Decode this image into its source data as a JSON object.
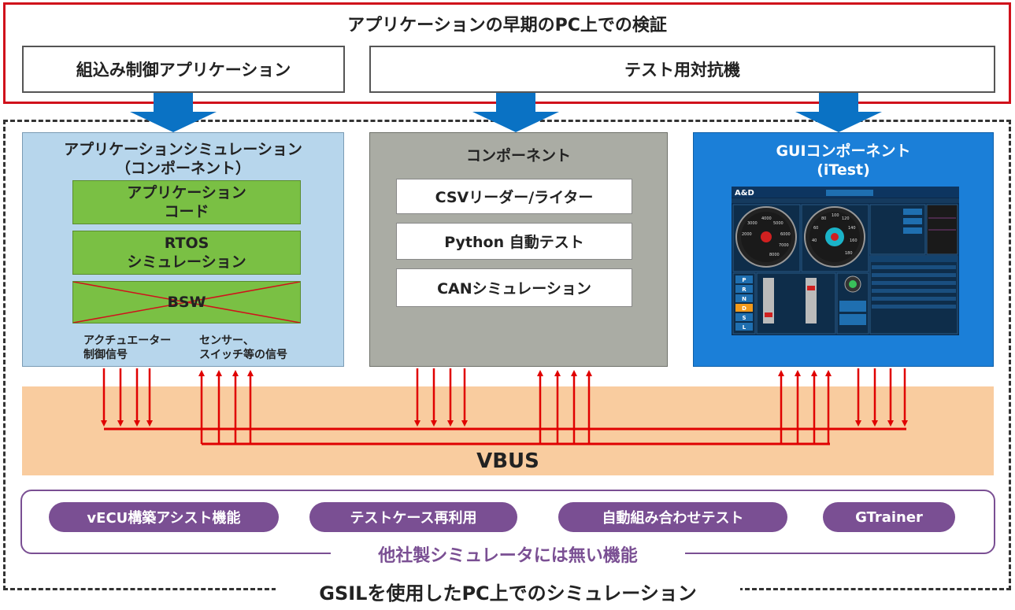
{
  "top": {
    "title": "アプリケーションの早期のPC上での検証",
    "box_left": "組込み制御アプリケーション",
    "box_right": "テスト用対抗機"
  },
  "app_sim": {
    "title_line1": "アプリケーションシミュレーション",
    "title_line2": "（コンポーネント）",
    "block1_line1": "アプリケーション",
    "block1_line2": "コード",
    "block2_line1": "RTOS",
    "block2_line2": "シミュレーション",
    "block3": "BSW",
    "signal_out_line1": "アクチュエーター",
    "signal_out_line2": "制御信号",
    "signal_in_line1": "センサー、",
    "signal_in_line2": "スイッチ等の信号"
  },
  "component": {
    "title": "コンポーネント",
    "items": [
      "CSVリーダー/ライター",
      "Python 自動テスト",
      "CANシミュレーション"
    ]
  },
  "gui": {
    "title_line1": "GUIコンポーネント",
    "title_line2": "(iTest)",
    "screenshot_logo": "A&D",
    "gear_letters": [
      "P",
      "R",
      "N",
      "D",
      "S",
      "L"
    ],
    "gauge_left_ticks": [
      "4000",
      "5000",
      "6000",
      "7000",
      "8000",
      "3000",
      "2000"
    ],
    "gauge_right_ticks": [
      "80",
      "100",
      "120",
      "140",
      "160",
      "180",
      "60",
      "40"
    ]
  },
  "vbus": {
    "label": "VBUS"
  },
  "features": {
    "pills": [
      "vECU構築アシスト機能",
      "テストケース再利用",
      "自動組み合わせテスト",
      "GTrainer"
    ],
    "caption": "他社製シミュレータには無い機能"
  },
  "bottom_caption": "GSILを使用したPC上でのシミュレーション",
  "colors": {
    "red_frame": "#d0111b",
    "arrow_blue": "#0a72c4",
    "signal_red": "#e00000",
    "purple": "#7a4f93",
    "vbus_orange": "#f9cc9f",
    "green_block": "#7ac044"
  }
}
